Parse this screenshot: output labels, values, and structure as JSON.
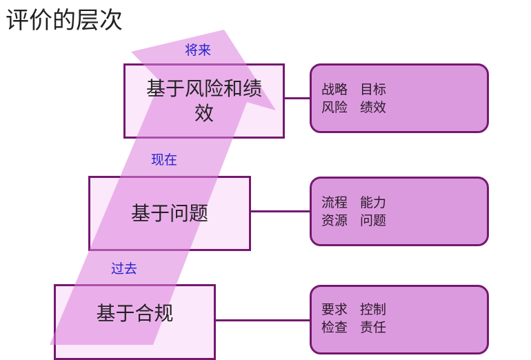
{
  "title": "评价的层次",
  "time_labels": [
    "将来",
    "现在",
    "过去"
  ],
  "levels": [
    {
      "label": "基于风险和绩效",
      "details": [
        [
          "战略",
          "目标"
        ],
        [
          "风险",
          "绩效"
        ]
      ]
    },
    {
      "label": "基于问题",
      "details": [
        [
          "流程",
          "能力"
        ],
        [
          "资源",
          "问题"
        ]
      ]
    },
    {
      "label": "基于合规",
      "details": [
        [
          "要求",
          "控制"
        ],
        [
          "检查",
          "责任"
        ]
      ]
    }
  ],
  "colors": {
    "border": "#74186f",
    "arrow": "#e08fe0",
    "detail_fill": "#dc9ade",
    "time_label": "#2222cc"
  }
}
